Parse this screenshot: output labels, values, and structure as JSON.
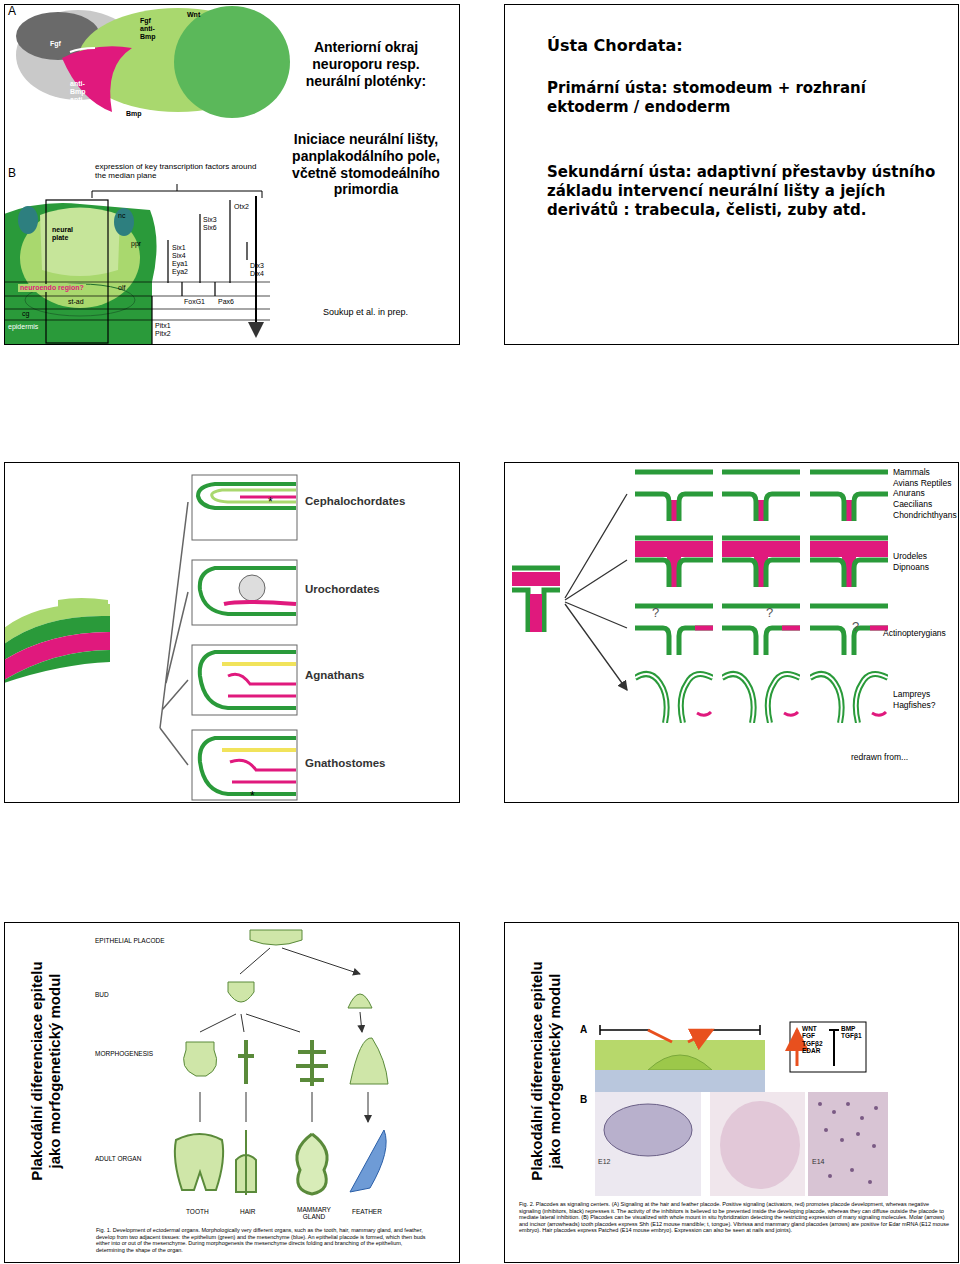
{
  "diagram": {
    "nodes": [
      {
        "text": [
          "Anteriorní okraj neuroporu resp. neurální ploténky:",
          "Iniciace neurální lišty, panplakodálního pole, včetně stomodeálního primordia",
          "Soukup et al. in prep."
        ]
      },
      {
        "text": [
          "Ústa Chordata:",
          "Primární ústa: stomodeum + rozhraní ektoderm / endoderm",
          "Sekundární ústa: adaptivní přestavby ústního základu intervencí neurální lišty a jejích derivátů : trabecula, čelisti, zuby atd."
        ]
      },
      {
        "text": [
          "Cephalochordates",
          "Urochordates",
          "Agnathans",
          "Gnathostomes"
        ]
      },
      {
        "text": [
          "Mammals Avians Reptiles Anurans Caecilians Chondrichthyans",
          "Urodeles Dipnoans",
          "Actinopterygians",
          "Lampreys Hagfishes?",
          "redrawn from..."
        ]
      },
      {
        "text": [
          "Plakodální diferenciace epitelu jako morfogenetický modul",
          "Fig. 1. Development of ectodermal organs. Morphologically very different organs, such as the tooth, hair, mammary gland, and feather, develop from two adjacent tissues: the epithelium (green) and the mesenchyme (blue). An epithelial placode is formed, which then buds either into or out of the mesenchyme. During morphogenesis the mesenchyme directs folding and branching of the epithelium, determining the shape of the organ."
        ]
      },
      {
        "text": [
          "Plakodální diferenciace epitelu jako morfogenetický modul",
          "Fig. 2. Placodes as signaling centers. (A) Signaling at the hair and feather placode. Positive signaling (activators, red) promotes placode development, whereas negative signaling (inhibitors, black) represses it. The activity of the inhibitors is believed to be prevented inside the developing placode, whereas they can diffuse outside the placode to mediate lateral inhibition. (B) Placodes can be visualized with whole mount in situ hybridization detecting the restricting expression of many signaling molecules. Molar (arrows) and incisor (arrowheads) tooth placodes express Shh (E12 mouse mandible; t, tongue). Vibrissa and mammary gland placodes (arrows) are positive for Edar mRNA (E12 mouse embryo). Hair placodes express Patched (E14 mouse embryo). Expression can also be seen at nails and joints)."
        ]
      }
    ],
    "labels": [
      "A",
      "Fgf anti-Bmp",
      "Wnt",
      "Fgf",
      "anti-Bmp anti-Wnt",
      "Bmp",
      "B",
      "expression of key transcription factors around the median plane",
      "neural plate",
      "nc",
      "ppr",
      "Six1 Six4 Eya1 Eya2",
      "Six3 Six6",
      "Otx2",
      "Dlx3 Dlx4",
      "olf",
      "neuroendo region?",
      "st-ad",
      "FoxG1",
      "Pax6",
      "cg",
      "Pitx1 Pitx2",
      "epidermis",
      "*",
      "*",
      "?",
      "?",
      "?",
      "EPITHELIAL PLACODE",
      "BUD",
      "MORPHOGENESIS",
      "ADULT ORGAN",
      "TOOTH",
      "HAIR",
      "MAMMARY GLAND",
      "FEATHER",
      "A",
      "WNT FGF TGFβ2 EDAR",
      "BMP TGFβ1",
      "B",
      "E12",
      "E14"
    ]
  }
}
